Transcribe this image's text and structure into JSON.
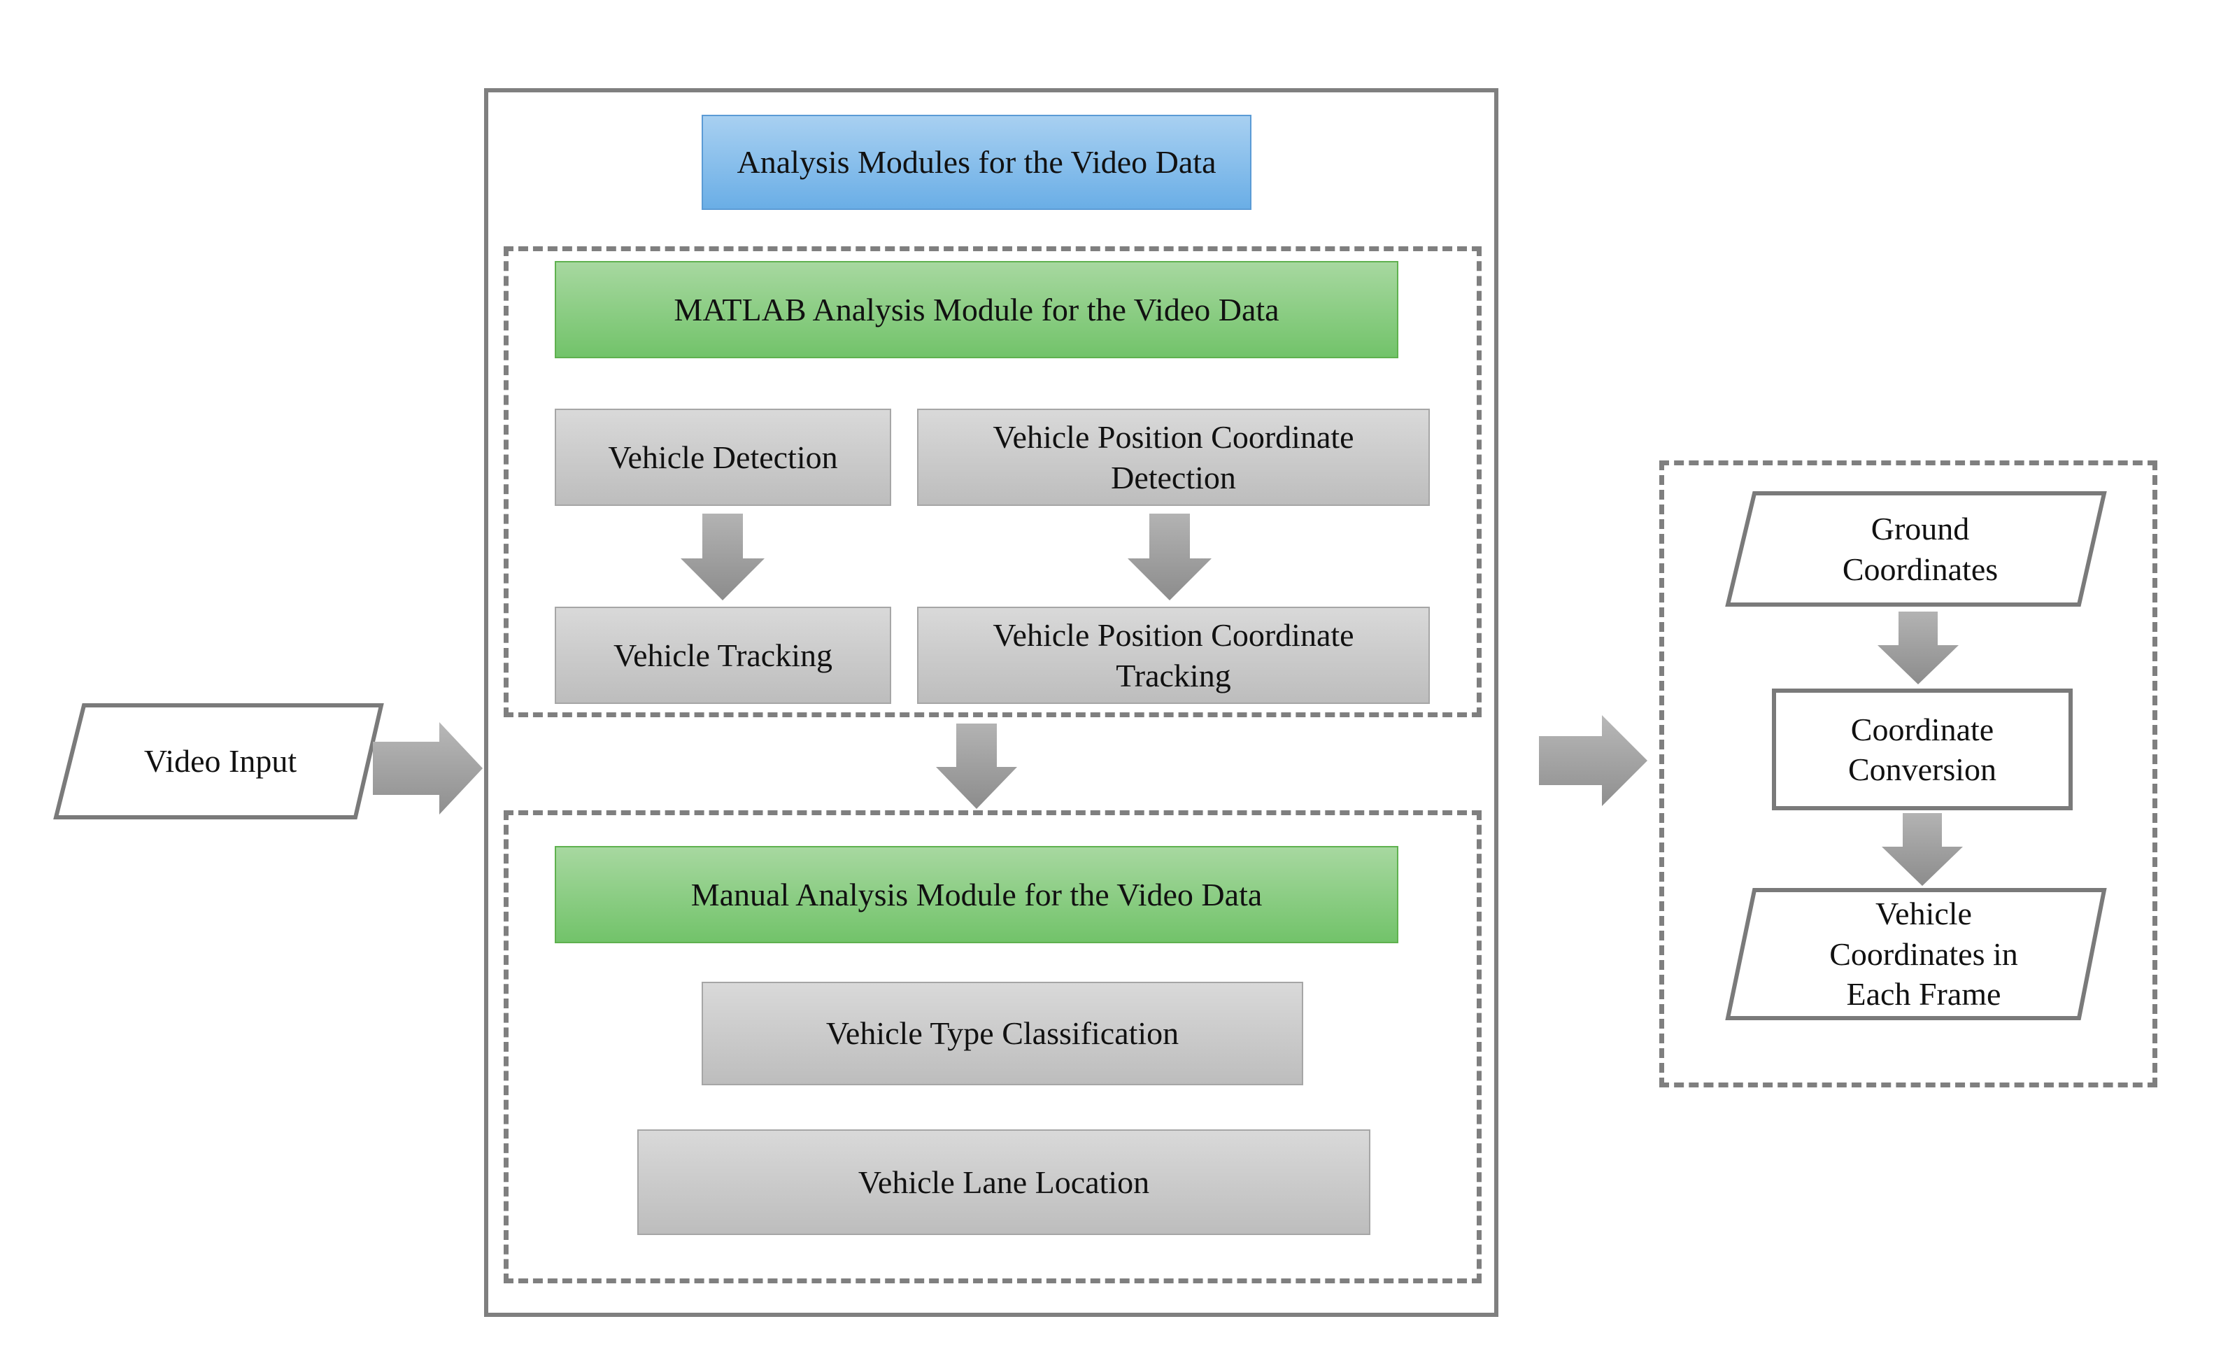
{
  "diagram": {
    "input": {
      "label": "Video Input"
    },
    "main_panel": {
      "title": "Analysis Modules for the Video Data",
      "matlab_module": {
        "title": "MATLAB Analysis Module for the Video Data",
        "vehicle_detection": "Vehicle Detection",
        "vehicle_tracking": "Vehicle Tracking",
        "position_detection": "Vehicle Position Coordinate Detection",
        "position_tracking": "Vehicle Position Coordinate Tracking"
      },
      "manual_module": {
        "title": "Manual Analysis Module for the Video Data",
        "type_classification": "Vehicle Type Classification",
        "lane_location": "Vehicle Lane Location"
      }
    },
    "coordinate_panel": {
      "ground_coordinates": "Ground Coordinates",
      "coordinate_conversion": "Coordinate Conversion",
      "vehicle_coordinates": "Vehicle Coordinates in Each Frame"
    },
    "colors": {
      "title_blue": "#6aaee6",
      "module_green": "#72c36a",
      "step_grey": "#bdbdbd",
      "border_grey": "#7f7f7f",
      "arrow_grey": "#9a9a9a"
    }
  }
}
